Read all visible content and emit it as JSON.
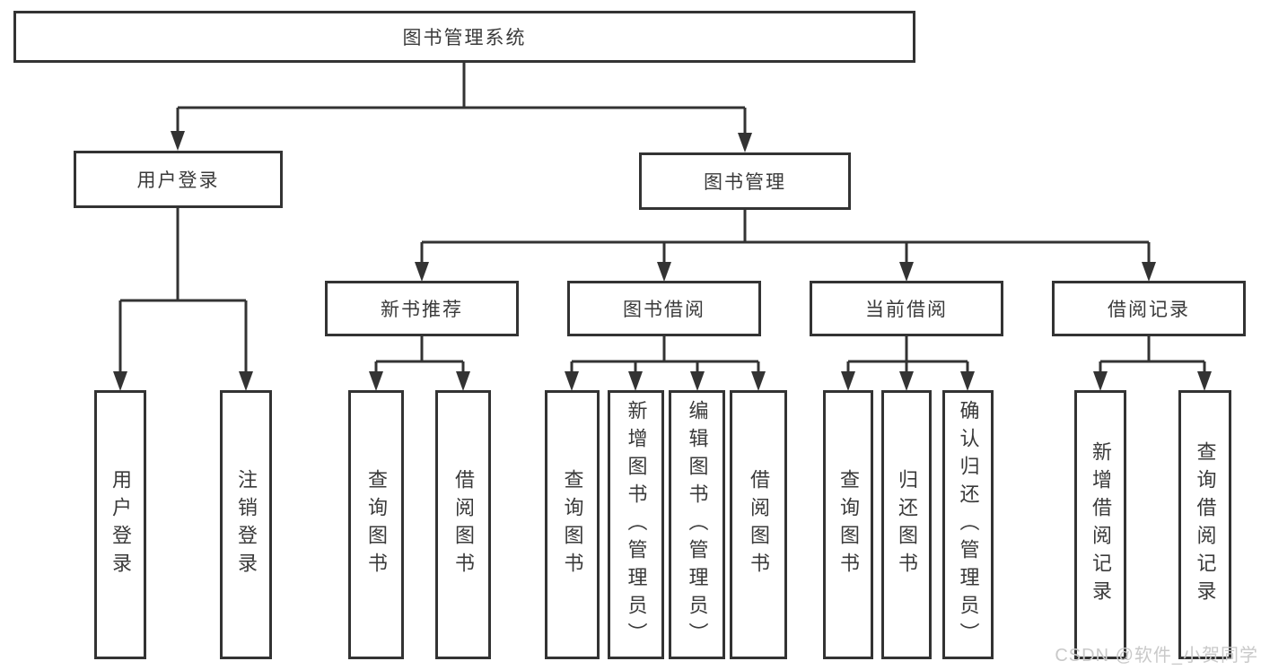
{
  "diagram": {
    "title_node": "图书管理系统",
    "tree": {
      "root": {
        "label": "图书管理系统"
      },
      "level2": [
        {
          "label": "用户登录",
          "children": [
            {
              "label": "用户登录"
            },
            {
              "label": "注销登录"
            }
          ]
        },
        {
          "label": "图书管理",
          "children": [
            {
              "label": "新书推荐",
              "children": [
                {
                  "label": "查询图书"
                },
                {
                  "label": "借阅图书"
                }
              ]
            },
            {
              "label": "图书借阅",
              "children": [
                {
                  "label": "查询图书"
                },
                {
                  "label": "新增图书（管理员）"
                },
                {
                  "label": "编辑图书（管理员）"
                },
                {
                  "label": "借阅图书"
                }
              ]
            },
            {
              "label": "当前借阅",
              "children": [
                {
                  "label": "查询图书"
                },
                {
                  "label": "归还图书"
                },
                {
                  "label": "确认归还（管理员）"
                }
              ]
            },
            {
              "label": "借阅记录",
              "children": [
                {
                  "label": "新增借阅记录"
                },
                {
                  "label": "查询借阅记录"
                }
              ]
            }
          ]
        }
      ]
    }
  },
  "watermark": {
    "text": "CSDN @软件_小贺同学"
  },
  "colors": {
    "line": "#333333",
    "text": "#3a3a3a",
    "background": "#ffffff",
    "watermark": "#c9c9c9"
  }
}
